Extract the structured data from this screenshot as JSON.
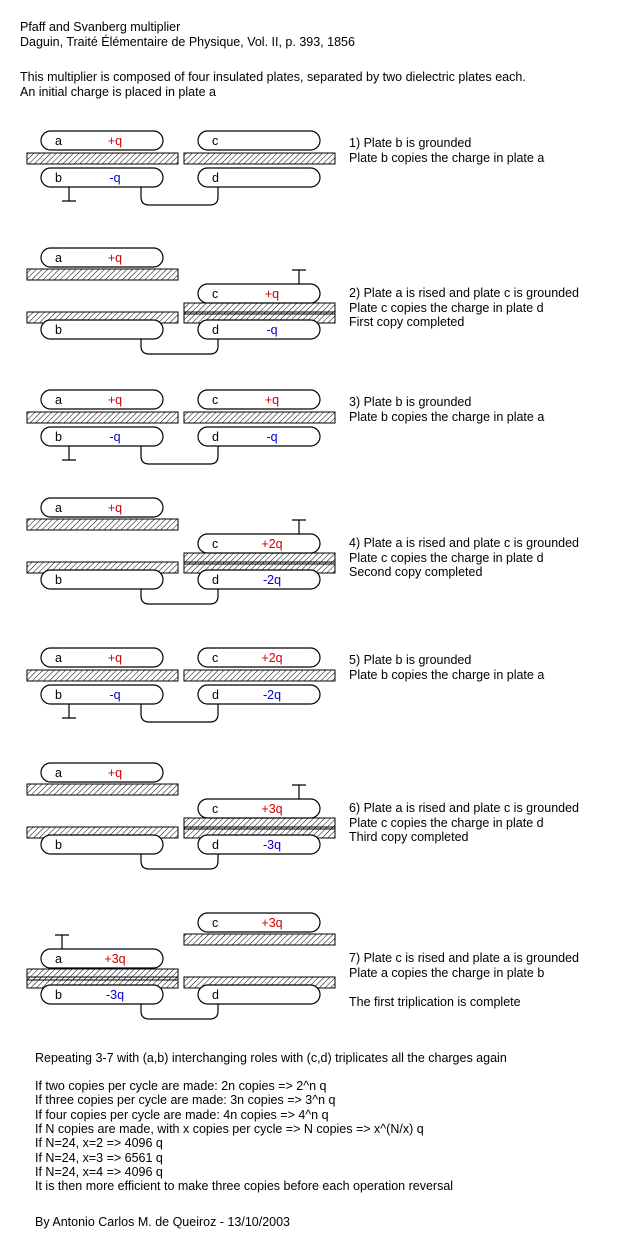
{
  "header": {
    "title": "Pfaff and Svanberg multiplier",
    "citation": "Daguin, Traité Élémentaire de Physique, Vol. II, p. 393, 1856",
    "intro_1": "This multiplier is composed of four insulated plates, separated by two dielectric plates each.",
    "intro_2": "An initial charge is placed in plate a"
  },
  "colors": {
    "positive": "#cc0000",
    "negative": "#0000cc",
    "ink": "#000000"
  },
  "steps": [
    {
      "id": 1,
      "layout": "down",
      "plates": {
        "a": {
          "label": "a",
          "charge": "+q"
        },
        "b": {
          "label": "b",
          "charge": "-q"
        },
        "c": {
          "label": "c",
          "charge": ""
        },
        "d": {
          "label": "d",
          "charge": ""
        }
      },
      "ground": "b",
      "text": [
        "1) Plate b is grounded",
        "Plate b copies the charge in plate a"
      ]
    },
    {
      "id": 2,
      "layout": "up",
      "plates": {
        "a": {
          "label": "a",
          "charge": "+q"
        },
        "b": {
          "label": "b",
          "charge": ""
        },
        "c": {
          "label": "c",
          "charge": "+q"
        },
        "d": {
          "label": "d",
          "charge": "-q"
        }
      },
      "ground": "c",
      "text": [
        "2) Plate a is rised and plate c is grounded",
        "Plate c copies the charge in plate d",
        "First copy completed"
      ]
    },
    {
      "id": 3,
      "layout": "down",
      "plates": {
        "a": {
          "label": "a",
          "charge": "+q"
        },
        "b": {
          "label": "b",
          "charge": "-q"
        },
        "c": {
          "label": "c",
          "charge": "+q"
        },
        "d": {
          "label": "d",
          "charge": "-q"
        }
      },
      "ground": "b",
      "text": [
        "3) Plate b is grounded",
        "Plate b copies the charge in plate a"
      ]
    },
    {
      "id": 4,
      "layout": "up",
      "plates": {
        "a": {
          "label": "a",
          "charge": "+q"
        },
        "b": {
          "label": "b",
          "charge": ""
        },
        "c": {
          "label": "c",
          "charge": "+2q"
        },
        "d": {
          "label": "d",
          "charge": "-2q"
        }
      },
      "ground": "c",
      "text": [
        "4) Plate a is rised and plate c is grounded",
        "Plate c copies the charge in plate d",
        "Second copy completed"
      ]
    },
    {
      "id": 5,
      "layout": "down",
      "plates": {
        "a": {
          "label": "a",
          "charge": "+q"
        },
        "b": {
          "label": "b",
          "charge": "-q"
        },
        "c": {
          "label": "c",
          "charge": "+2q"
        },
        "d": {
          "label": "d",
          "charge": "-2q"
        }
      },
      "ground": "b",
      "text": [
        "5) Plate b is grounded",
        "Plate b copies the charge in plate a"
      ]
    },
    {
      "id": 6,
      "layout": "up",
      "plates": {
        "a": {
          "label": "a",
          "charge": "+q"
        },
        "b": {
          "label": "b",
          "charge": ""
        },
        "c": {
          "label": "c",
          "charge": "+3q"
        },
        "d": {
          "label": "d",
          "charge": "-3q"
        }
      },
      "ground": "c",
      "text": [
        "6) Plate a is rised and plate c is grounded",
        "Plate c copies the charge in plate d",
        "Third copy completed"
      ]
    },
    {
      "id": 7,
      "layout": "final",
      "plates": {
        "a": {
          "label": "a",
          "charge": "+3q"
        },
        "b": {
          "label": "b",
          "charge": "-3q"
        },
        "c": {
          "label": "c",
          "charge": "+3q"
        },
        "d": {
          "label": "d",
          "charge": ""
        }
      },
      "ground": "a",
      "text": [
        "7) Plate c is rised and plate a is grounded",
        "Plate a copies the charge in plate b",
        "",
        "The first triplication is complete"
      ]
    }
  ],
  "footer": {
    "repeat": "Repeating 3-7 with (a,b) interchanging roles with (c,d) triplicates all the charges again",
    "lines": [
      "If two copies per cycle are made: 2n copies => 2^n q",
      "If three copies per cycle are made: 3n copies => 3^n q",
      "If four copies per cycle are made: 4n copies => 4^n q",
      "If N copies are made, with x copies per cycle => N copies => x^(N/x) q",
      "If N=24, x=2 => 4096 q",
      "If N=24, x=3 => 6561 q",
      "If N=24, x=4 => 4096 q",
      "It is then more efficient to make three copies before each operation reversal"
    ],
    "author": "By Antonio Carlos M. de Queiroz - 13/10/2003"
  }
}
